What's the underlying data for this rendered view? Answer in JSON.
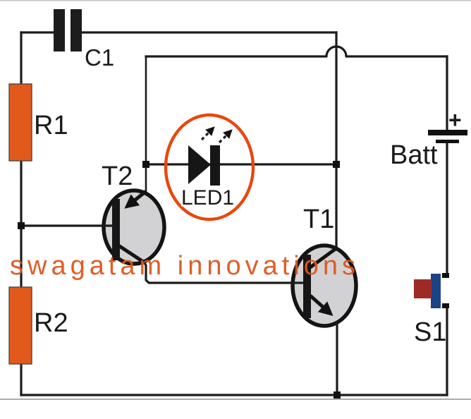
{
  "diagram": {
    "type": "circuit-schematic",
    "watermark": {
      "text": "swagatam innovations",
      "color": "#e0551c"
    },
    "components": {
      "c1": {
        "label": "C1",
        "kind": "capacitor"
      },
      "r1": {
        "label": "R1",
        "kind": "resistor"
      },
      "r2": {
        "label": "R2",
        "kind": "resistor"
      },
      "t2": {
        "label": "T2",
        "kind": "pnp-transistor"
      },
      "t1": {
        "label": "T1",
        "kind": "npn-transistor"
      },
      "led1": {
        "label": "LED1",
        "kind": "led"
      },
      "battery": {
        "label": "Batt",
        "polarity": "+",
        "kind": "battery"
      },
      "s1": {
        "label": "S1",
        "kind": "pushbutton-switch"
      }
    },
    "colors": {
      "wire": "#1c1c1c",
      "resistor": "#e2591c",
      "led_ring": "#e8480e",
      "transistor_fill": "#d2d2d4",
      "switch_body": "#1d4386",
      "switch_actuator": "#9e2a25",
      "background": "#ffffff"
    }
  }
}
